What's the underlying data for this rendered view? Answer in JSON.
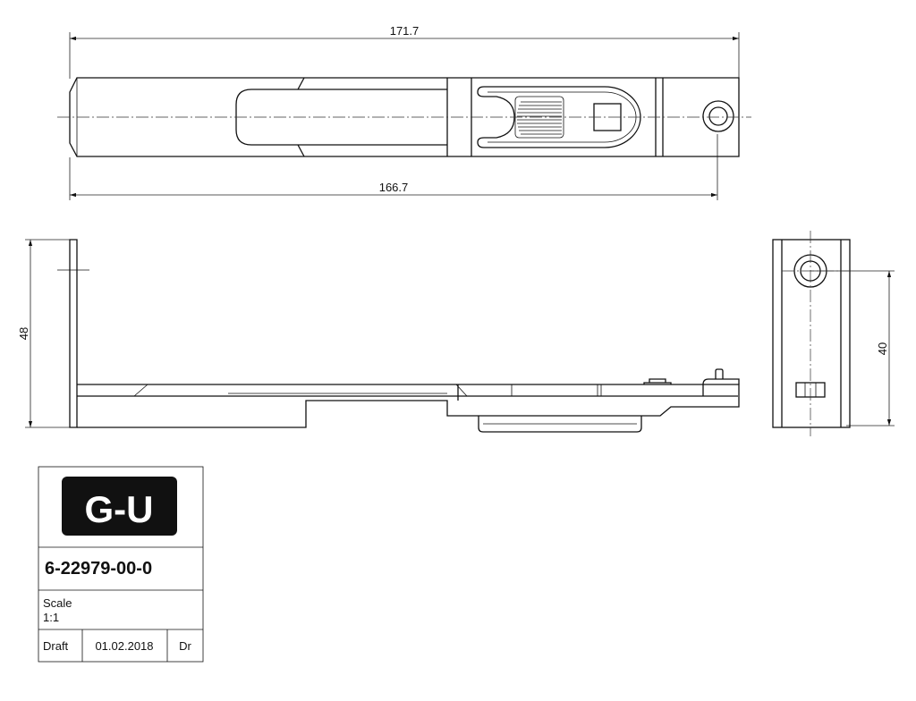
{
  "dimensions": {
    "top_overall": "171.7",
    "top_inner": "166.7",
    "side_height": "48",
    "end_height": "40"
  },
  "title_block": {
    "logo_text": "G-U",
    "part_number": "6-22979-00-0",
    "scale_label": "Scale",
    "scale_value": "1:1",
    "draft_label": "Draft",
    "date": "01.02.2018",
    "drawer": "Dr"
  }
}
